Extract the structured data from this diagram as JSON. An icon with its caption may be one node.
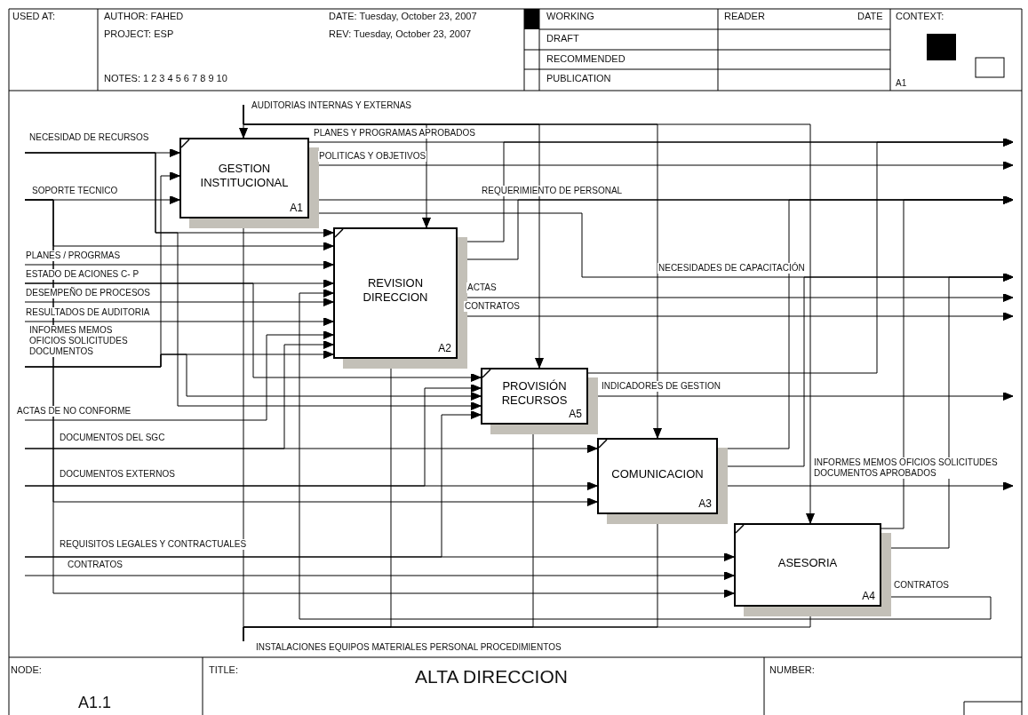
{
  "diagram": {
    "title": "ALTA DIRECCION",
    "nodes": [
      {
        "text": [
          "GESTION INSTITUCIONAL",
          "A1"
        ]
      },
      {
        "text": [
          "REVISION DIRECCION",
          "A2"
        ]
      },
      {
        "text": [
          "PROVISIÓN RECURSOS",
          "A5"
        ]
      },
      {
        "text": [
          "COMUNICACION",
          "A3"
        ]
      },
      {
        "text": [
          "ASESORIA",
          "A4"
        ]
      }
    ],
    "edges": [
      {
        "from": null,
        "to": 0,
        "arrow": "to",
        "label": "NECESIDAD DE RECURSOS"
      },
      {
        "from": null,
        "to": 1,
        "arrow": "to"
      },
      {
        "from": null,
        "to": 2,
        "arrow": "to"
      },
      {
        "from": null,
        "to": 0,
        "arrow": "to",
        "label": "SOPORTE TECNICO"
      },
      {
        "from": null,
        "to": 1,
        "arrow": "to"
      },
      {
        "from": null,
        "to": 3,
        "arrow": "to"
      },
      {
        "from": null,
        "to": 4,
        "arrow": "to"
      },
      {
        "from": null,
        "to": 1,
        "arrow": "to",
        "label": "PLANES / PROGRMAS"
      },
      {
        "from": null,
        "to": 1,
        "arrow": "to",
        "label": "ESTADO DE ACIONES C- P"
      },
      {
        "from": null,
        "to": 2,
        "arrow": "to"
      },
      {
        "from": null,
        "to": 1,
        "arrow": "to",
        "label": "DESEMPEÑO DE PROCESOS"
      },
      {
        "from": null,
        "to": 1,
        "arrow": "to",
        "label": "RESULTADOS DE AUDITORIA"
      },
      {
        "from": null,
        "to": 0,
        "arrow": "to",
        "label": "INFORMES MEMOS OFICIOS SOLICITUDES DOCUMENTOS"
      },
      {
        "from": null,
        "to": 1,
        "arrow": "to"
      },
      {
        "from": null,
        "to": 2,
        "arrow": "to"
      },
      {
        "from": null,
        "to": 1,
        "arrow": "to",
        "label": "ACTAS DE NO CONFORME"
      },
      {
        "from": null,
        "to": 3,
        "arrow": "to",
        "label": "DOCUMENTOS DEL SGC"
      },
      {
        "from": null,
        "to": 1,
        "arrow": "to"
      },
      {
        "from": null,
        "to": 3,
        "arrow": "to",
        "label": "DOCUMENTOS EXTERNOS"
      },
      {
        "from": null,
        "to": 2,
        "arrow": "to"
      },
      {
        "from": null,
        "to": 4,
        "arrow": "to",
        "label": "REQUISITOS LEGALES Y CONTRACTUALES"
      },
      {
        "from": null,
        "to": 2,
        "arrow": "to"
      },
      {
        "from": null,
        "to": 4,
        "arrow": "to",
        "label": "CONTRATOS"
      },
      {
        "from": null,
        "to": 0,
        "arrow": "to",
        "label": "AUDITORIAS INTERNAS Y EXTERNAS"
      },
      {
        "from": null,
        "to": 1,
        "arrow": "to"
      },
      {
        "from": null,
        "to": 2,
        "arrow": "to"
      },
      {
        "from": null,
        "to": 3,
        "arrow": "to"
      },
      {
        "from": null,
        "to": 4,
        "arrow": "to"
      },
      {
        "from": null,
        "to": 0,
        "arrow": "to",
        "label": "INSTALACIONES EQUIPOS MATERIALES PERSONAL PROCEDIMIENTOS"
      },
      {
        "from": null,
        "to": 1,
        "arrow": "to"
      },
      {
        "from": null,
        "to": 2,
        "arrow": "to"
      },
      {
        "from": null,
        "to": 3,
        "arrow": "to"
      },
      {
        "from": null,
        "to": 4,
        "arrow": "to"
      },
      {
        "from": 0,
        "to": null,
        "arrow": "to",
        "label": "PLANES Y PROGRAMAS APROBADOS"
      },
      {
        "from": 1,
        "to": null,
        "arrow": "to"
      },
      {
        "from": 2,
        "to": null,
        "arrow": "to"
      },
      {
        "from": 0,
        "to": null,
        "arrow": "to",
        "label": "POLITICAS Y OBJETIVOS"
      },
      {
        "from": 0,
        "to": null,
        "arrow": "to",
        "label": "REQUERIMIENTO DE PERSONAL"
      },
      {
        "from": 1,
        "to": null,
        "arrow": "to"
      },
      {
        "from": 3,
        "to": null,
        "arrow": "to"
      },
      {
        "from": 4,
        "to": null,
        "arrow": "to"
      },
      {
        "from": 0,
        "to": null,
        "arrow": "to",
        "label": "NECESIDADES DE CAPACITACIÓN"
      },
      {
        "from": 3,
        "to": null,
        "arrow": "to"
      },
      {
        "from": 4,
        "to": null,
        "arrow": "to"
      },
      {
        "from": 1,
        "to": null,
        "arrow": "to",
        "label": "ACTAS"
      },
      {
        "from": 1,
        "to": null,
        "arrow": "to",
        "label": "CONTRATOS"
      },
      {
        "from": 2,
        "to": null,
        "arrow": "to",
        "label": "INDICADORES DE GESTION"
      },
      {
        "from": 3,
        "to": null,
        "arrow": "to",
        "label": "INFORMES MEMOS OFICIOS SOLICITUDES DOCUMENTOS APROBADOS"
      },
      {
        "from": 4,
        "to": 1,
        "arrow": "to",
        "label": "CONTRATOS"
      }
    ],
    "labels": [
      "USED AT:",
      "AUTHOR: FAHED",
      "PROJECT: ESP",
      "NOTES: 1 2 3 4 5 6 7 8 9 10",
      "DATE: Tuesday, October 23, 2007",
      "REV: Tuesday, October 23, 2007",
      "WORKING",
      "DRAFT",
      "RECOMMENDED",
      "PUBLICATION",
      "READER",
      "DATE",
      "CONTEXT:",
      "A1",
      "NODE:",
      "A1.1",
      "TITLE:",
      "NUMBER:"
    ]
  }
}
